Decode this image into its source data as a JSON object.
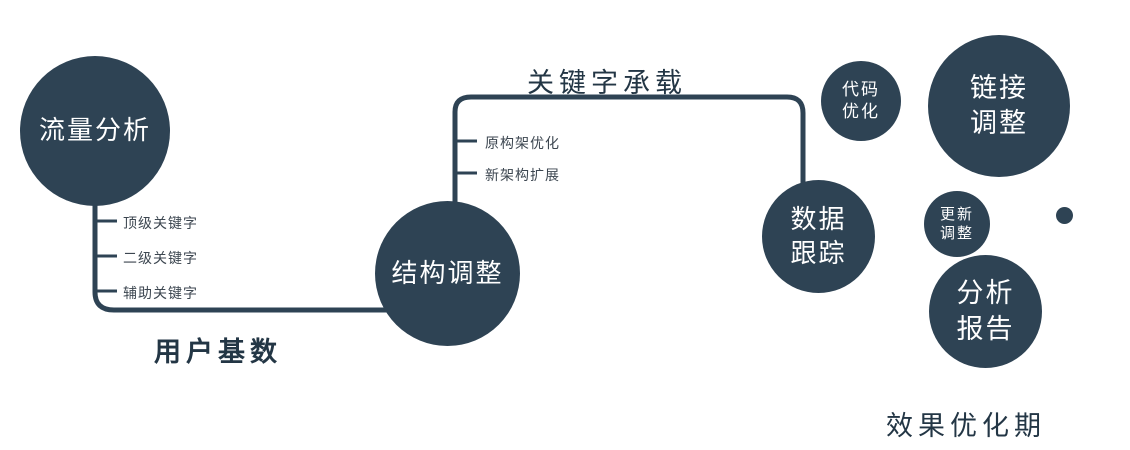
{
  "colors": {
    "primary": "#2e4354",
    "label-dark": "#233645",
    "tick-label": "#3c4650",
    "background": "#ffffff"
  },
  "nodes": {
    "traffic": {
      "label": "流量分析"
    },
    "structure": {
      "label": "结构调整"
    },
    "data_tracking": {
      "label": "数据跟踪"
    },
    "code_optimization": {
      "label": "代码优化"
    },
    "link_adjustment": {
      "label": "链接调整"
    },
    "update_adjustment": {
      "label": "更新调整"
    },
    "analysis_report": {
      "label": "分析报告"
    }
  },
  "edge_labels": {
    "keyword_carry": "关键字承载",
    "user_base": "用户基数"
  },
  "stage_label": "效果优化期",
  "ticks": {
    "traffic_branch": [
      "顶级关键字",
      "二级关键字",
      "辅助关键字"
    ],
    "structure_branch": [
      "原构架优化",
      "新架构扩展"
    ]
  }
}
